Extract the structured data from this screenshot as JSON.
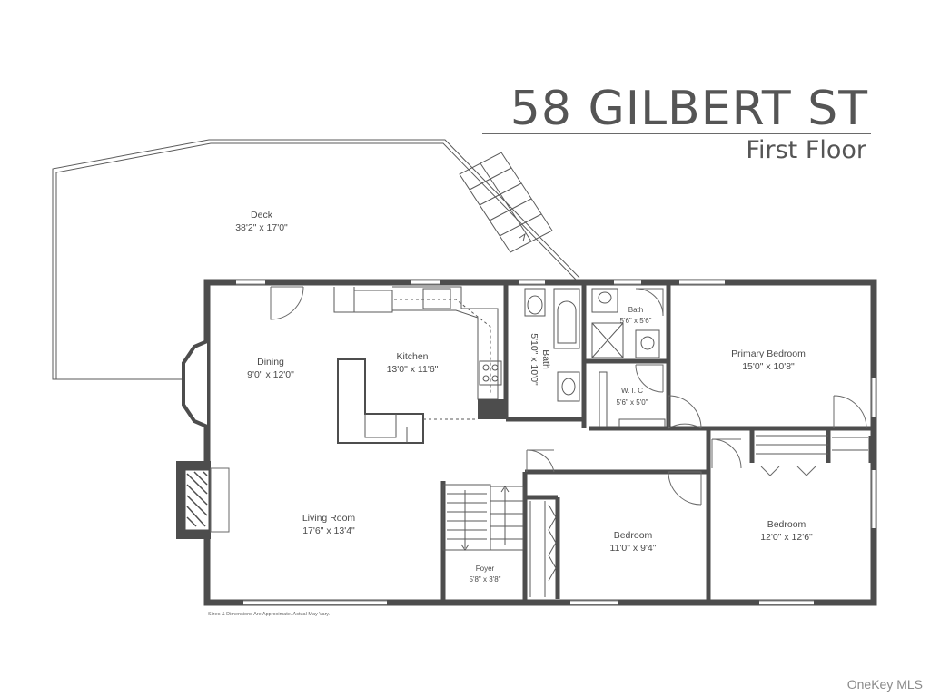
{
  "header": {
    "address": "58 GILBERT ST",
    "floor": "First Floor"
  },
  "rooms": [
    {
      "name": "Deck",
      "dims": "38'2\" x 17'0\""
    },
    {
      "name": "Dining",
      "dims": "9'0\" x 12'0\""
    },
    {
      "name": "Kitchen",
      "dims": "13'0\" x 11'6\""
    },
    {
      "name": "Bath",
      "dims": "5'10\" x 10'0\""
    },
    {
      "name": "Bath",
      "dims": "5'6\" x 5'6\""
    },
    {
      "name": "W. I. C",
      "dims": "5'6\" x 5'0\""
    },
    {
      "name": "Primary Bedroom",
      "dims": "15'0\" x 10'8\""
    },
    {
      "name": "Living Room",
      "dims": "17'6\" x 13'4\""
    },
    {
      "name": "Foyer",
      "dims": "5'8\" x 3'8\""
    },
    {
      "name": "Bedroom",
      "dims": "11'0\" x 9'4\""
    },
    {
      "name": "Bedroom",
      "dims": "12'0\" x 12'6\""
    }
  ],
  "footer": {
    "disclaimer": "Sizes & Dimensions Are Approximate. Actual May Vary.",
    "watermark": "OneKey MLS"
  }
}
